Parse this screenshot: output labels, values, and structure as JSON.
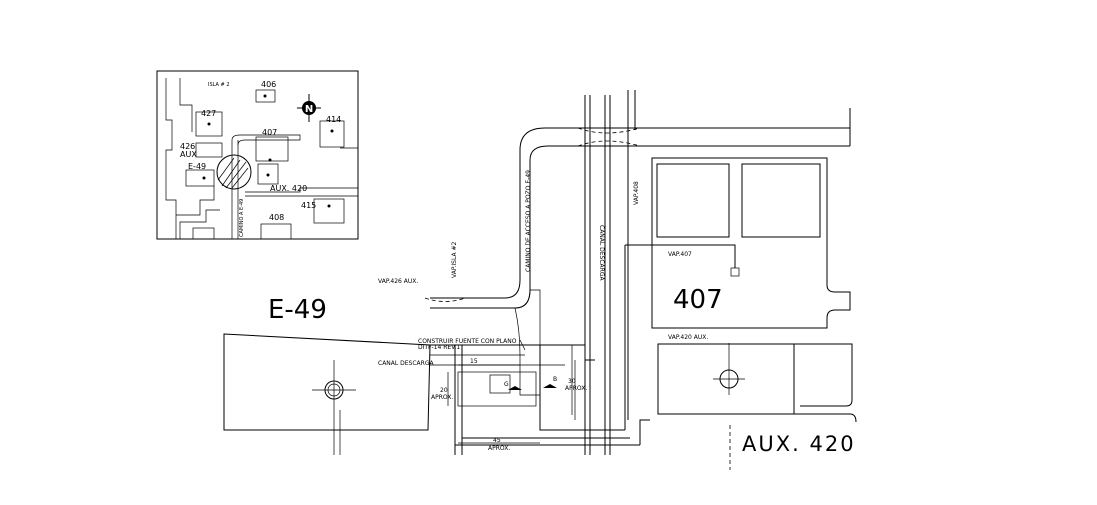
{
  "labels": {
    "e49": "E-49",
    "b407": "407",
    "aux420": "AUX. 420",
    "vap426": "VAP.426 AUX.",
    "vap407": "VAP.407",
    "vap420": "VAP.420 AUX.",
    "vapisla": "VAP.ISLA #2",
    "camino": "CAMINO DE ACCESO A POZO E-49",
    "canal_v": "CANAL DESCARGA",
    "canal_h": "CANAL DESCARGA",
    "vap_top": "VAP.408",
    "construir1": "CONSTRUIR FUENTE CON PLANO",
    "construir2": "DITF-14 REV.1",
    "dim15": "15",
    "dim20": "20",
    "aprox_left": "APROX.",
    "dim30": "30",
    "aprox_right": "APROX.",
    "dim45": "45",
    "aprox_bottom": "APROX.",
    "marker_g": "G",
    "marker_b": "B"
  },
  "key_map": {
    "isla": "ISLA # 2",
    "n406": "406",
    "n427": "427",
    "n407": "407",
    "n414": "414",
    "n426": "426",
    "aux": "AUX",
    "e49": "E-49",
    "aux420": "AUX. 420",
    "n415": "415",
    "n408": "408",
    "north": "N",
    "road": "CAMINO A E-49"
  }
}
